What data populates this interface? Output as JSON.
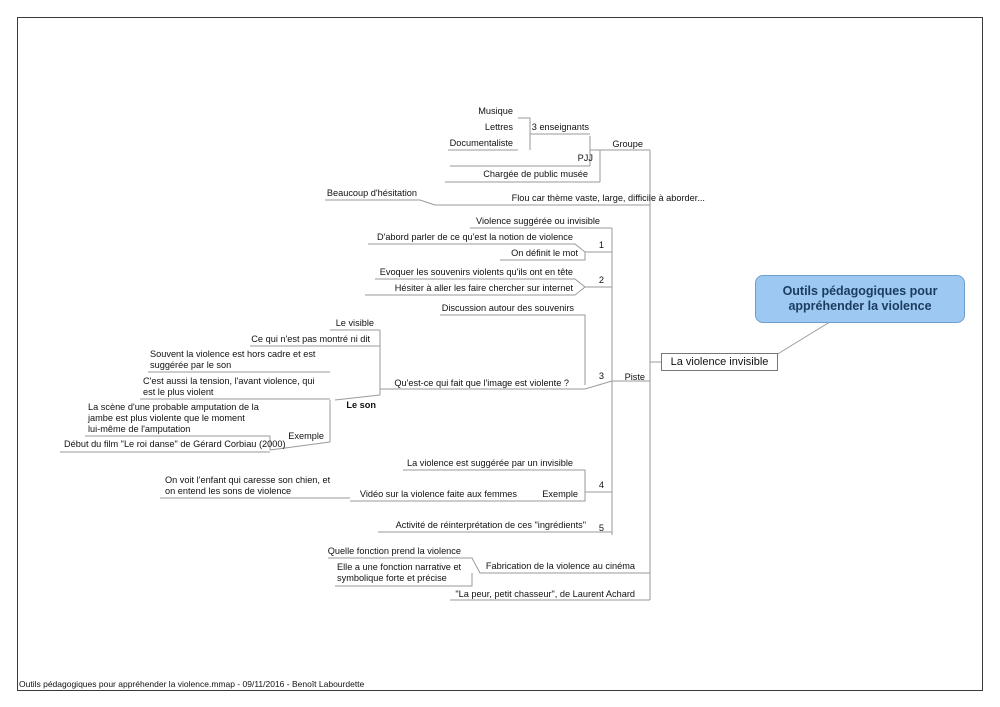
{
  "root": {
    "title": "Outils pédagogiques pour appréhender la violence"
  },
  "central": {
    "label": "La violence invisible"
  },
  "footer": "Outils  pédagogiques  pour  appréhender  la  violence.mmap  -  09/11/2016  -  Benoît  Labourdette",
  "nodes": [
    {
      "id": "groupe",
      "text": "Groupe"
    },
    {
      "id": "trois_ens",
      "text": "3 enseignants"
    },
    {
      "id": "musique",
      "text": "Musique"
    },
    {
      "id": "lettres",
      "text": "Lettres"
    },
    {
      "id": "documentaliste",
      "text": "Documentaliste"
    },
    {
      "id": "pjj",
      "text": "PJJ"
    },
    {
      "id": "chargee",
      "text": "Chargée de public musée"
    },
    {
      "id": "flou",
      "text": "Flou car thème vaste, large, difficile à aborder..."
    },
    {
      "id": "hesitation",
      "text": "Beaucoup d'hésitation"
    },
    {
      "id": "piste",
      "text": "Piste"
    },
    {
      "id": "n1",
      "text": "1"
    },
    {
      "id": "suggeree",
      "text": "Violence suggérée ou invisible"
    },
    {
      "id": "abord",
      "text": "D'abord parler de ce qu'est la notion de violence"
    },
    {
      "id": "definit",
      "text": "On définit le mot"
    },
    {
      "id": "n2",
      "text": "2"
    },
    {
      "id": "evoquer",
      "text": "Evoquer les souvenirs violents qu'ils ont en tête"
    },
    {
      "id": "hesiter",
      "text": "Hésiter à aller les faire chercher sur internet"
    },
    {
      "id": "n3",
      "text": "3"
    },
    {
      "id": "discussion",
      "text": "Discussion autour des souvenirs"
    },
    {
      "id": "quest",
      "text": "Qu'est-ce qui fait que l'image est violente ?"
    },
    {
      "id": "visible",
      "text": "Le visible"
    },
    {
      "id": "cequi",
      "text": "Ce qui n'est pas montré ni dit"
    },
    {
      "id": "leson",
      "text": "Le son"
    },
    {
      "id": "souvent1",
      "text": "Souvent la violence est hors cadre et est"
    },
    {
      "id": "souvent2",
      "text": "suggérée par le son"
    },
    {
      "id": "tension1",
      "text": "C'est aussi la tension, l'avant violence, qui"
    },
    {
      "id": "tension2",
      "text": "est le plus violent"
    },
    {
      "id": "exemple1",
      "text": "Exemple"
    },
    {
      "id": "scene1",
      "text": "La scène d'une probable amputation de la"
    },
    {
      "id": "scene2",
      "text": "jambe est plus violente que le moment"
    },
    {
      "id": "scene3",
      "text": "lui-même de l'amputation"
    },
    {
      "id": "debut",
      "text": "Début du film \"Le roi danse\" de Gérard Corbiau (2000)"
    },
    {
      "id": "n4",
      "text": "4"
    },
    {
      "id": "violsugg",
      "text": "La violence est suggérée par un invisible"
    },
    {
      "id": "exemple2",
      "text": "Exemple"
    },
    {
      "id": "video",
      "text": "Vidéo sur la violence faite aux femmes"
    },
    {
      "id": "enfant1",
      "text": "On voit l'enfant qui caresse son chien, et"
    },
    {
      "id": "enfant2",
      "text": "on entend les sons de violence"
    },
    {
      "id": "n5",
      "text": "5"
    },
    {
      "id": "activite",
      "text": "Activité de réinterprétation de ces \"ingrédients\""
    },
    {
      "id": "fabrication",
      "text": "Fabrication de la violence au cinéma"
    },
    {
      "id": "quelle",
      "text": "Quelle fonction prend la violence"
    },
    {
      "id": "narr1",
      "text": "Elle a une fonction narrative et"
    },
    {
      "id": "narr2",
      "text": "symbolique forte et précise"
    },
    {
      "id": "peur",
      "text": "\"La peur, petit chasseur\", de Laurent Achard"
    }
  ]
}
